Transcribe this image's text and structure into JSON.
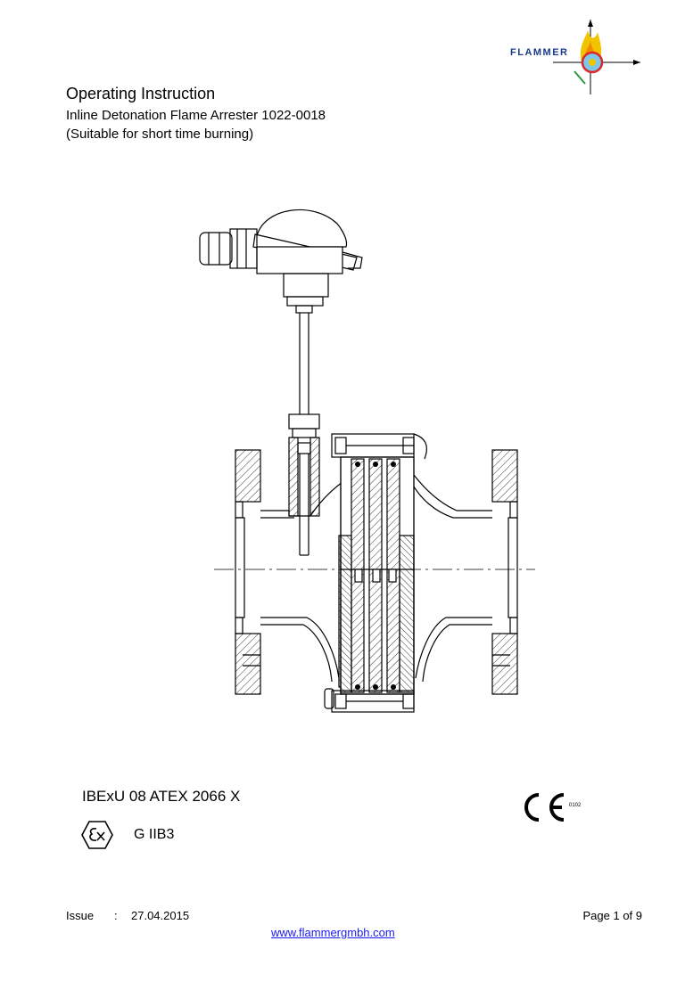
{
  "header": {
    "logo_text": "FLAMMER"
  },
  "title": {
    "main": "Operating Instruction",
    "line1": "Inline Detonation Flame Arrester 1022-0018",
    "line2": "(Suitable for short time burning)"
  },
  "certification": {
    "atex": "IBExU 08 ATEX 2066 X",
    "ce_number": "0102",
    "group": "G IIB3"
  },
  "footer": {
    "issue_label": "Issue",
    "separator": ":",
    "issue_date": "27.04.2015",
    "page": "Page 1 of 9",
    "website": "www.flammergmbh.com"
  },
  "colors": {
    "logo_blue": "#1a3a8a",
    "logo_red": "#d8282a",
    "logo_yellow": "#f2c400",
    "link": "#1a1aee"
  }
}
